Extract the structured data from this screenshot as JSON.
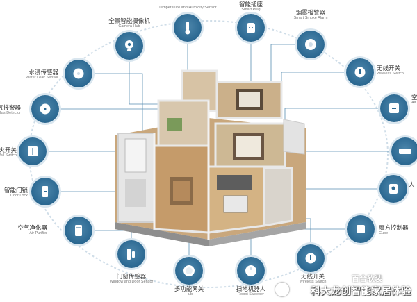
{
  "devices": [
    {
      "id": "temp",
      "cn": "",
      "en": "Temperature and Humidity Sensor",
      "icon": "thermometer-icon"
    },
    {
      "id": "plug",
      "cn": "智能插座",
      "en": "Smart Plug",
      "icon": "plug-icon"
    },
    {
      "id": "smoke",
      "cn": "烟雾报警器",
      "en": "Smart Smoke Alarm",
      "icon": "smoke-alarm-icon"
    },
    {
      "id": "switch-r",
      "cn": "无线开关",
      "en": "Wireless Switch",
      "icon": "switch-icon"
    },
    {
      "id": "ac",
      "cn": "空",
      "en": "Air",
      "icon": "ac-icon"
    },
    {
      "id": "curtain",
      "cn": "",
      "en": "",
      "icon": "curtain-icon"
    },
    {
      "id": "human",
      "cn": "人",
      "en": "",
      "icon": "human-sensor-icon"
    },
    {
      "id": "cube",
      "cn": "魔方控制器",
      "en": "Cube",
      "icon": "cube-icon"
    },
    {
      "id": "switch-b",
      "cn": "无线开关",
      "en": "Wireless Switch",
      "icon": "switch-icon"
    },
    {
      "id": "robot",
      "cn": "扫地机器人",
      "en": "Robot Sweeper",
      "icon": "robot-vacuum-icon"
    },
    {
      "id": "hub",
      "cn": "多功能网关",
      "en": "Hub",
      "icon": "hub-icon"
    },
    {
      "id": "door",
      "cn": "门窗传感器",
      "en": "Window and Door Sensor",
      "icon": "door-sensor-icon"
    },
    {
      "id": "purifier",
      "cn": "空气净化器",
      "en": "Air Purifier",
      "icon": "air-purifier-icon"
    },
    {
      "id": "lock",
      "cn": "智能门锁",
      "en": "Door Lock",
      "icon": "door-lock-icon"
    },
    {
      "id": "wallsw",
      "cn": "火开关",
      "en": "Wall Switch",
      "icon": "wall-switch-icon"
    },
    {
      "id": "gas",
      "cn": "气报警器",
      "en": "ural Gas Detector",
      "icon": "gas-detector-icon"
    },
    {
      "id": "water",
      "cn": "水浸传感器",
      "en": "Water Leak Sensor",
      "icon": "water-leak-icon"
    },
    {
      "id": "camera",
      "cn": "全景智能摄像机",
      "en": "Camera Hub",
      "icon": "camera-icon"
    }
  ],
  "watermark": {
    "brand": "科大龙创智能家居体验",
    "brand_en": "百合软装"
  },
  "colors": {
    "icon_fill": "#2d6a93",
    "ring": "#cfdde8",
    "connector": "#5a8fb2"
  }
}
